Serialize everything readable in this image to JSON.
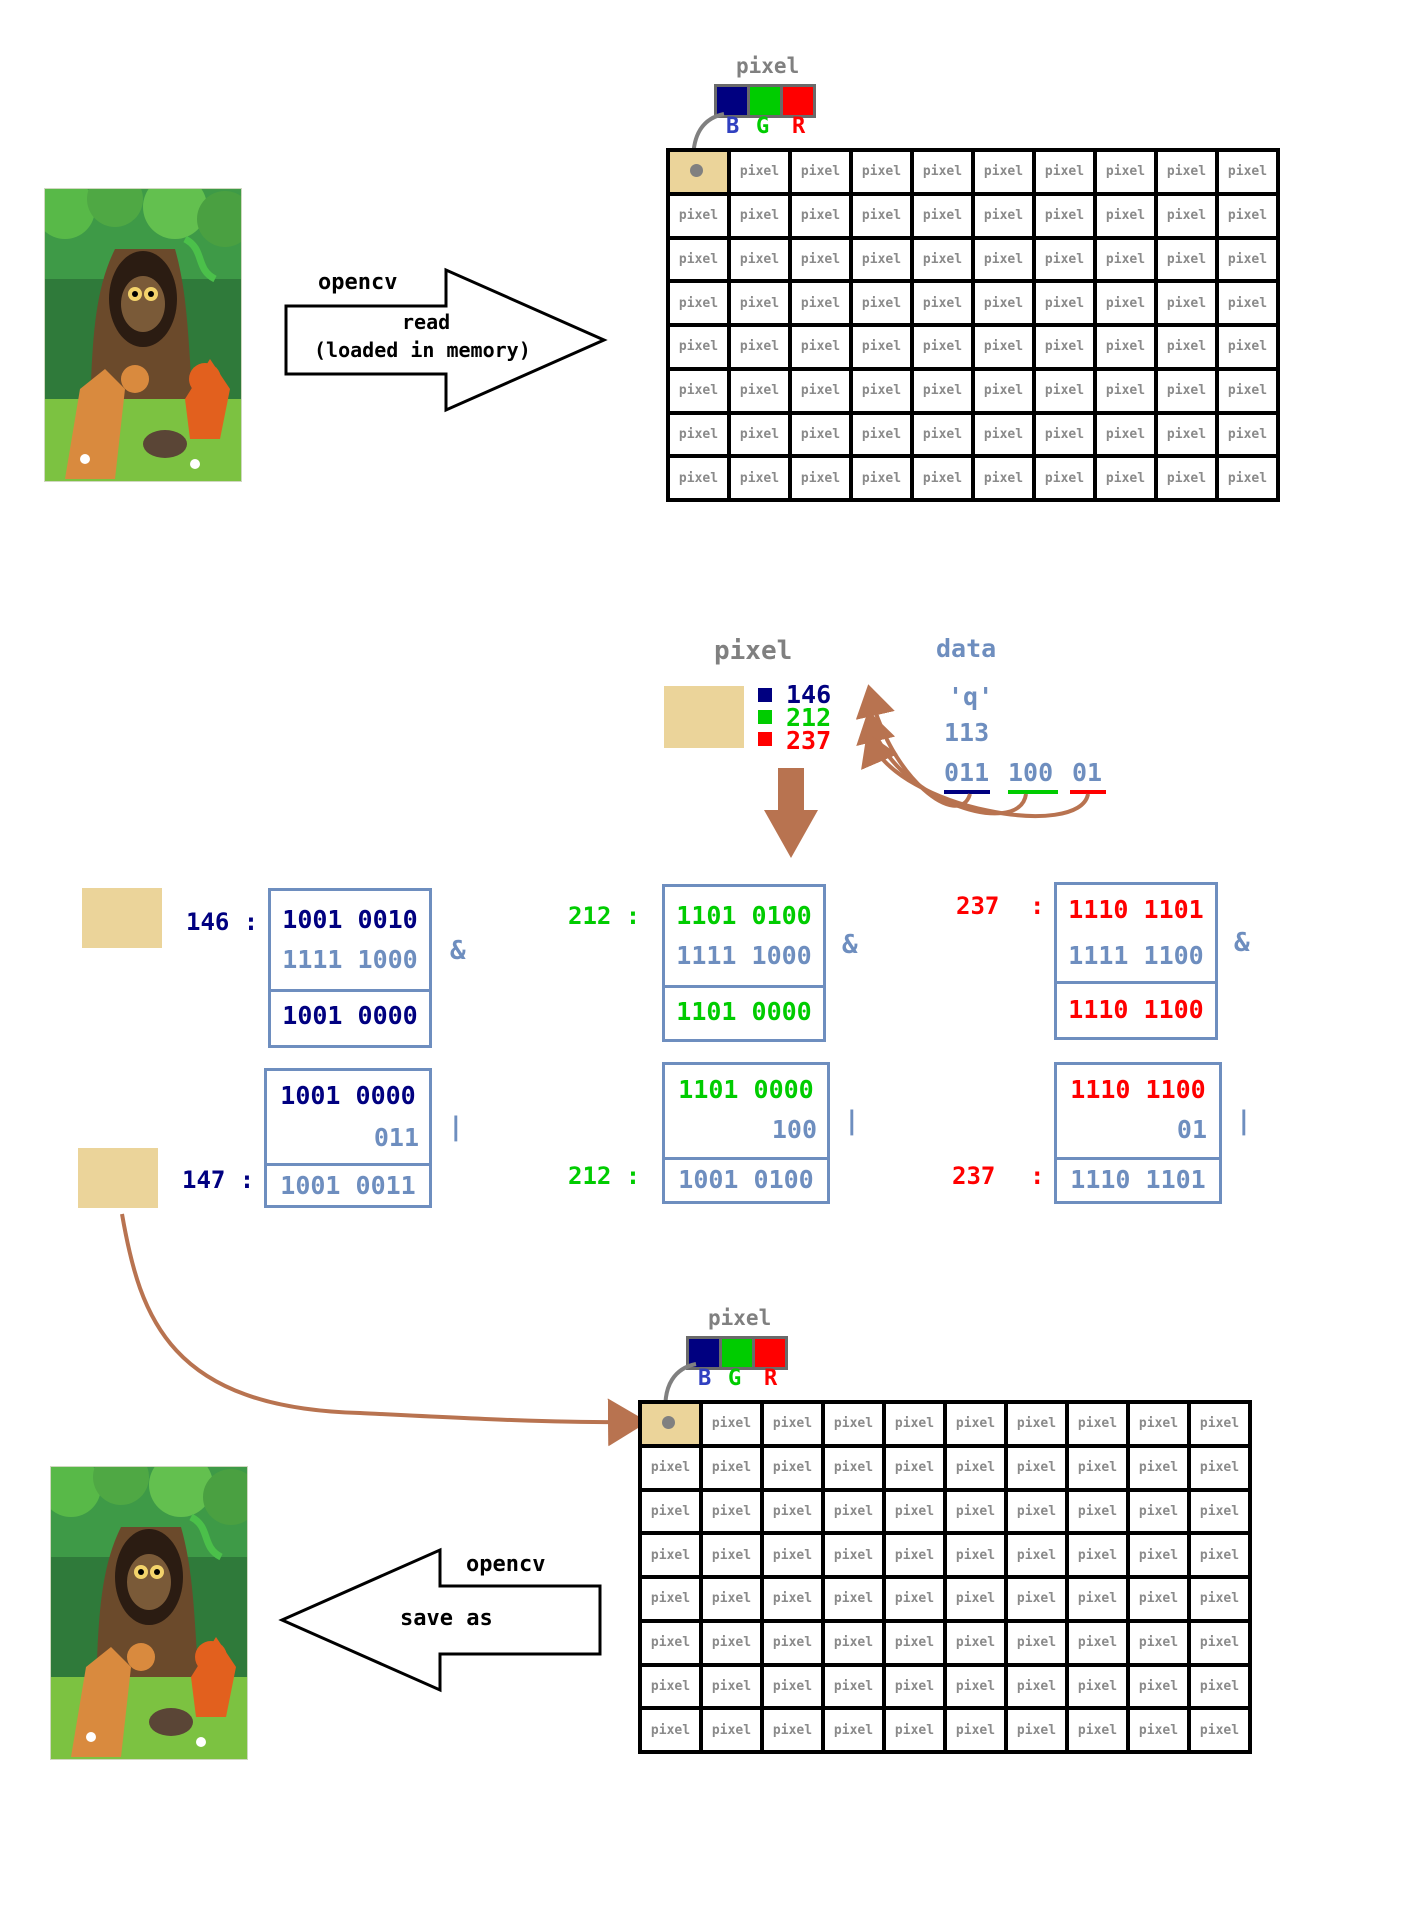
{
  "top": {
    "arrow_title": "opencv",
    "arrow_line1": "read",
    "arrow_line2": "(loaded in memory)",
    "pixel_label": "pixel",
    "bgr": [
      "B",
      "G",
      "R"
    ]
  },
  "grid_cell_label": "pixel",
  "middle": {
    "pixel_label": "pixel",
    "data_label": "data",
    "values": [
      "146",
      "212",
      "237"
    ],
    "char": "'q'",
    "char_code": "113",
    "bit_groups": [
      "011",
      "100",
      "01"
    ]
  },
  "ops": {
    "blue": {
      "orig_value": "146 :",
      "orig_bits": "1001 0010",
      "mask": "1111 1000",
      "masked": "1001 0000",
      "and_op": "&",
      "or_top": "1001 0000",
      "or_add": "011",
      "result_value": "147 :",
      "result_bits": "1001 0011",
      "or_op": "|"
    },
    "green": {
      "orig_value": "212 :",
      "orig_bits": "1101 0100",
      "mask": "1111 1000",
      "masked": "1101 0000",
      "and_op": "&",
      "or_top": "1101 0000",
      "or_add": "100",
      "result_value": "212 :",
      "result_bits": "1001 0100",
      "or_op": "|"
    },
    "red": {
      "orig_value": "237",
      "orig_colon": ":",
      "orig_bits": "1110 1101",
      "mask": "1111 1100",
      "masked": "1110 1100",
      "and_op": "&",
      "or_top": "1110 1100",
      "or_add": "01",
      "result_value": "237",
      "result_colon": ":",
      "result_bits": "1110 1101",
      "or_op": "|"
    }
  },
  "bottom": {
    "pixel_label": "pixel",
    "bgr": [
      "B",
      "G",
      "R"
    ],
    "arrow_title": "opencv",
    "arrow_line1": "save as"
  },
  "colors": {
    "blue_channel": "#000080",
    "green_channel": "#00cc00",
    "red_channel": "#ff0000",
    "box_border": "#6e8ebf",
    "pixel_tan": "#ebd49a",
    "arrow_brown": "#b87350"
  }
}
